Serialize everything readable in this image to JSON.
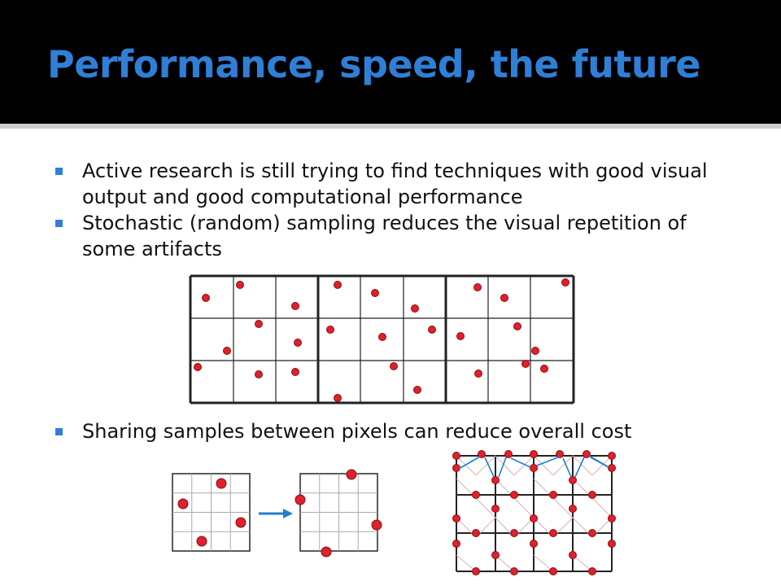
{
  "slide": {
    "title": "Performance, speed, the future",
    "bullets": [
      "Active research is still trying to find techniques with good visual output and good computational performance",
      "Stochastic (random) sampling reduces the visual repetition of some artifacts",
      "Sharing samples between pixels can reduce overall cost"
    ]
  },
  "colors": {
    "title": "#2f7fd6",
    "bullet_marker": "#2f7fd6",
    "sample_dot": "#e0202a",
    "arrow": "#1f7fcf"
  }
}
